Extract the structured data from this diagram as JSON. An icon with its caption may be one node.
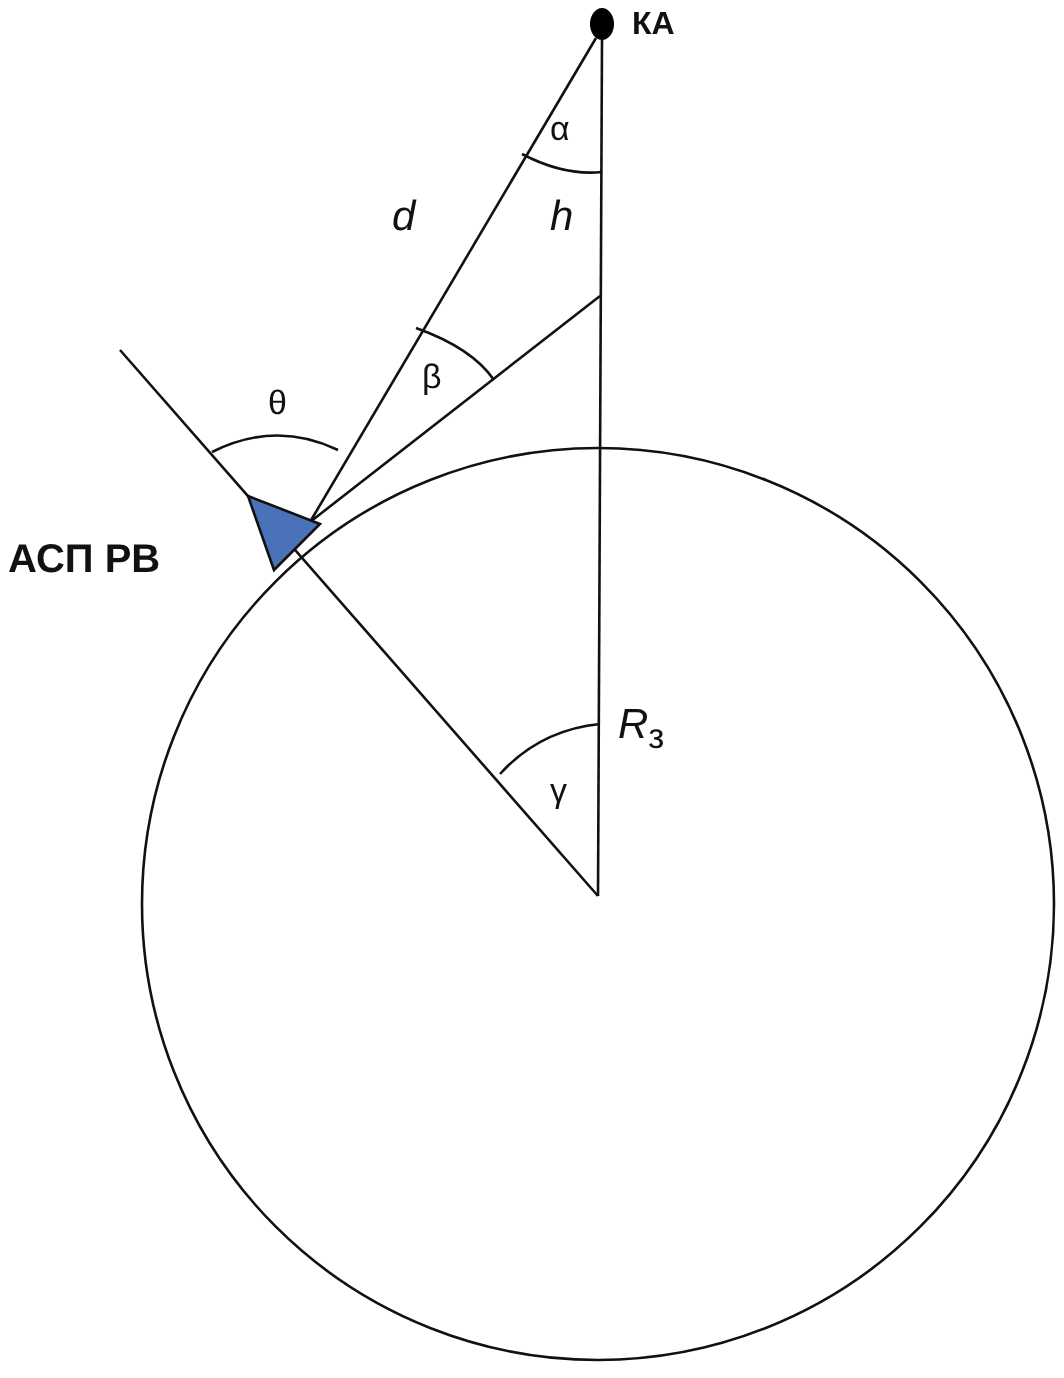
{
  "diagram": {
    "nodes": [
      {
        "text": [],
        "shape": "circle",
        "beside": [
          "КА"
        ]
      },
      {
        "text": [],
        "shape": "triangle",
        "beside": [
          "АСП РВ"
        ]
      }
    ],
    "edges": [
      {
        "from": 0,
        "to": 1,
        "arrow": "none",
        "label": "d"
      }
    ],
    "labels": [
      "α",
      "h",
      "β",
      "θ",
      "*R*$_{з}$",
      "γ"
    ]
  }
}
